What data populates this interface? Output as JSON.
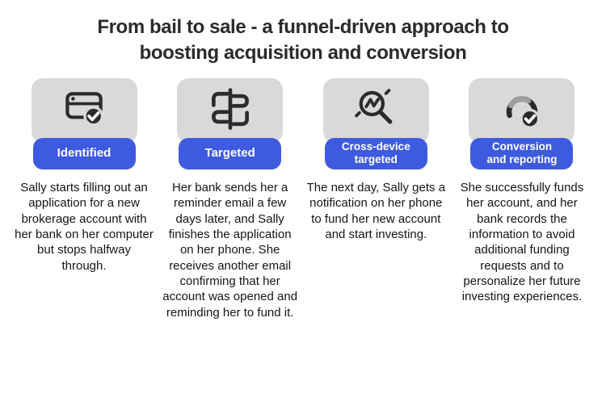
{
  "title": "From bail to sale - a funnel-driven approach to\nboosting acquisition and conversion",
  "colors": {
    "accent_blue": "#3e5ae0",
    "card_gray": "#d9d9d9",
    "icon_dark": "#2b2b2b",
    "gauge_gray": "#9e9e9e",
    "title_text": "#2b2b2b",
    "body_text": "#151515",
    "pill_text": "#ffffff"
  },
  "steps": [
    {
      "icon": "web-page-check-icon",
      "label": "Identified",
      "description": "Sally starts filling out an application for a new brokerage account with her bank on her computer but stops halfway through."
    },
    {
      "icon": "cross-channel-icon",
      "label": "Targeted",
      "description": "Her bank sends her a reminder email a few days later, and Sally finishes the application on her phone. She receives another email confirming that her account was opened and reminding her to fund it."
    },
    {
      "icon": "search-trend-icon",
      "label": "Cross-device\ntargeted",
      "description": "The next day, Sally gets a notification on her phone to fund her new account and start investing."
    },
    {
      "icon": "gauge-check-icon",
      "label": "Conversion\nand reporting",
      "description": "She successfully funds her account, and her bank records the information to avoid additional funding requests and to personalize her future investing experiences."
    }
  ]
}
